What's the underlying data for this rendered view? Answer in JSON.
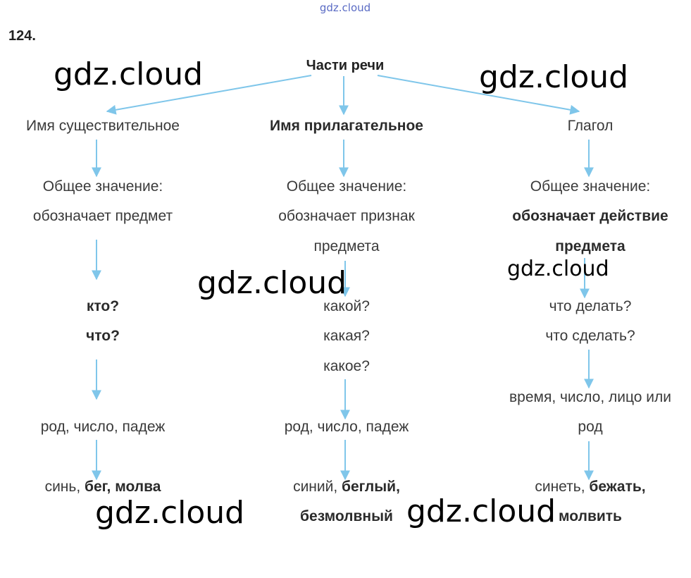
{
  "site_label": "gdz.cloud",
  "task_number": "124.",
  "root": "Части речи",
  "watermark": "gdz.cloud",
  "colors": {
    "arrow": "#7fc6ea",
    "watermark": "#000000",
    "site_label": "#5a6bc4"
  },
  "columns": [
    {
      "title": "Имя существительное",
      "meaning_label": "Общее значение:",
      "meaning": [
        "обозначает предмет"
      ],
      "questions": [
        "кто?",
        "что?"
      ],
      "categories": [
        "род, число, падеж"
      ],
      "examples_plain": "синь, ",
      "examples_bold": "бег, молва",
      "examples_line2": ""
    },
    {
      "title": "Имя прилагательное",
      "meaning_label": "Общее значение:",
      "meaning": [
        "обозначает признак",
        "предмета"
      ],
      "questions": [
        "какой?",
        "какая?",
        "какое?"
      ],
      "categories": [
        "род, число, падеж"
      ],
      "examples_plain": "синий, ",
      "examples_bold": "беглый,",
      "examples_line2": "безмолвный"
    },
    {
      "title": "Глагол",
      "meaning_label": "Общее значение:",
      "meaning": [
        "обозначает действие",
        "предмета"
      ],
      "questions": [
        "что делать?",
        "что сделать?"
      ],
      "categories": [
        "время, число, лицо или",
        "род"
      ],
      "examples_plain": "синеть, ",
      "examples_bold": "бежать,",
      "examples_line2": "молвить"
    }
  ]
}
